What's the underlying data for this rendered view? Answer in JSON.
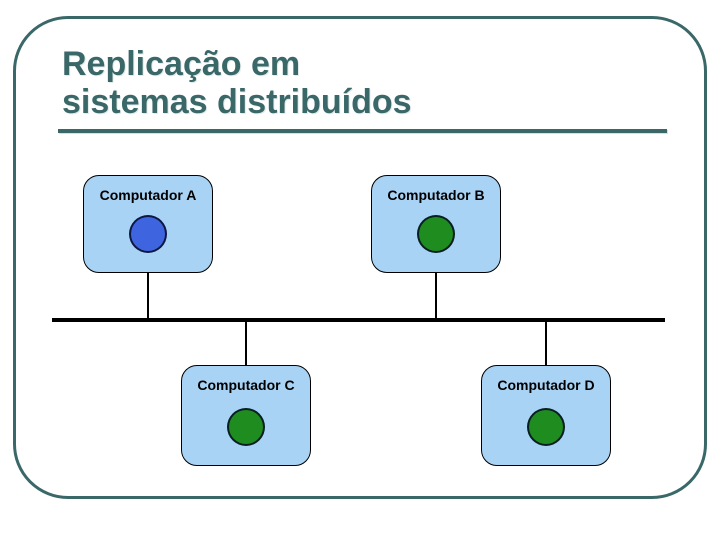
{
  "slide": {
    "title": {
      "line1": "Replicação em",
      "line2": "sistemas distribuídos"
    },
    "colors": {
      "accent_teal": "#3A6868",
      "box_fill": "#A9D3F5",
      "box_border": "#000000",
      "blue_replica": "#3E64E0",
      "green_replica": "#1E8C1E",
      "bus_line": "#000000",
      "background": "#FFFFFF"
    }
  },
  "diagram": {
    "nodes": [
      {
        "label": "Computador A",
        "circle": "blue",
        "circle_color": "#3E64E0"
      },
      {
        "label": "Computador B",
        "circle": "green",
        "circle_color": "#1E8C1E"
      },
      {
        "label": "Computador C",
        "circle": "green",
        "circle_color": "#1E8C1E"
      },
      {
        "label": "Computador D",
        "circle": "green",
        "circle_color": "#1E8C1E"
      }
    ]
  }
}
